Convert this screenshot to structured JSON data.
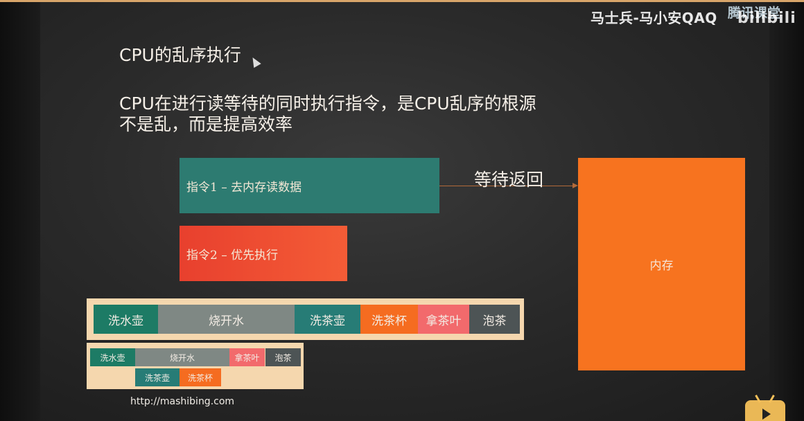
{
  "watermark": {
    "text": "马士兵-马小安QAQ",
    "logo_top": "腾讯课堂",
    "logo_bottom": "bilibili"
  },
  "slide": {
    "title": "CPU的乱序执行",
    "line1": "CPU在进行读等待的同时执行指令，是CPU乱序的根源",
    "line2": "不是乱，而是提高效率",
    "instr1": "指令1 – 去内存读数据",
    "instr2": "指令2 – 优先执行",
    "wait_label": "等待返回",
    "memory": "内存",
    "url": "http://mashibing.com"
  },
  "sequence_serial": [
    "洗水壶",
    "烧开水",
    "洗茶壶",
    "洗茶杯",
    "拿茶叶",
    "泡茶"
  ],
  "sequence_parallel": {
    "top": [
      "洗水壶",
      "烧开水",
      "拿茶叶",
      "泡茶"
    ],
    "bottom": [
      "洗茶壶",
      "洗茶杯"
    ]
  },
  "colors": {
    "instr1": "#2d7b71",
    "instr2": "#f04a31",
    "memory": "#f7731f",
    "panel": "#f5d7ae"
  },
  "icons": {
    "player": "bilibili-tv-icon",
    "cursor": "mouse-cursor-icon"
  }
}
